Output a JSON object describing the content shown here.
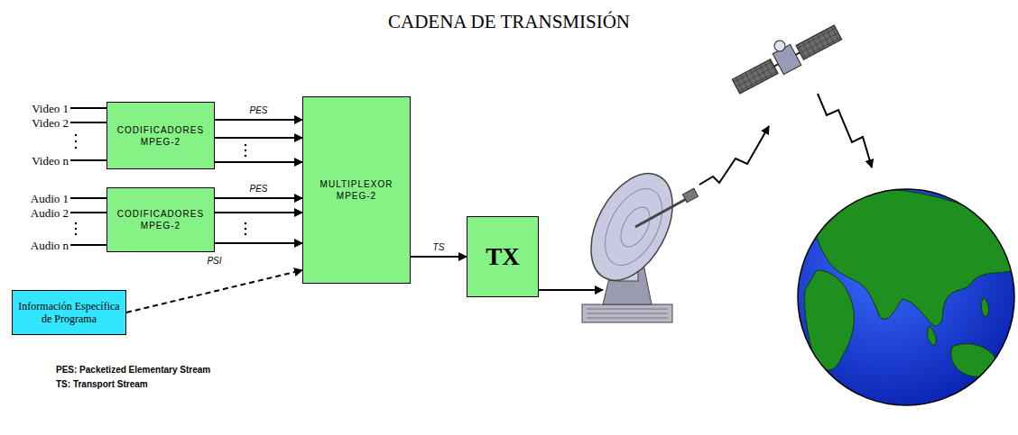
{
  "diagram": {
    "title": "CADENA DE TRANSMISIÓN",
    "nodes": [
      {
        "text": [
          "CODIFICADORES MPEG-2"
        ]
      },
      {
        "text": [
          "CODIFICADORES MPEG-2"
        ]
      },
      {
        "text": [
          "MULTIPLEXOR MPEG-2"
        ]
      },
      {
        "text": [
          "TX"
        ]
      },
      {
        "text": [
          "Información Específica de Programa"
        ]
      }
    ],
    "edges": [
      {
        "from": 0,
        "to": 2,
        "arrow": "to",
        "label": "PES"
      },
      {
        "from": 0,
        "to": 2,
        "arrow": "to"
      },
      {
        "from": 0,
        "to": 2,
        "arrow": "to"
      },
      {
        "from": 1,
        "to": 2,
        "arrow": "to",
        "label": "PES"
      },
      {
        "from": 1,
        "to": 2,
        "arrow": "to"
      },
      {
        "from": 1,
        "to": 2,
        "arrow": "to"
      },
      {
        "from": 4,
        "to": 2,
        "arrow": "to",
        "label": "PSI"
      },
      {
        "from": 2,
        "to": 3,
        "arrow": "to",
        "label": "TS"
      }
    ],
    "labels": [
      "Video 1",
      "Video 2",
      "Video n",
      "Audio 1",
      "Audio 2",
      "Audio n",
      "PES: Packetized Elementary Stream",
      "TS: Transport Stream"
    ]
  }
}
